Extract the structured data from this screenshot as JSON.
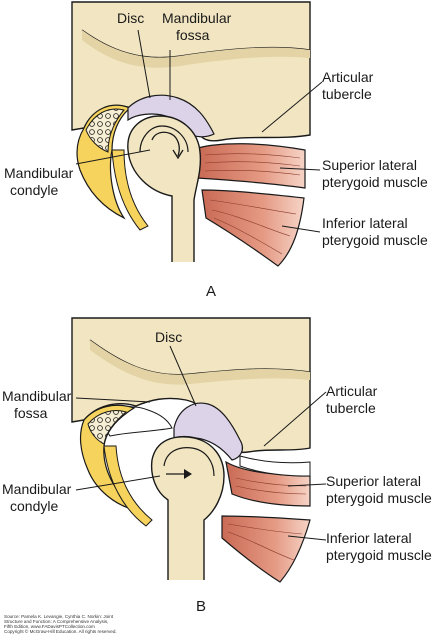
{
  "panel_a": {
    "letter": "A",
    "labels": {
      "disc": "Disc",
      "fossa_1": "Mandibular",
      "fossa_2": "fossa",
      "tubercle_1": "Articular",
      "tubercle_2": "tubercle",
      "condyle_1": "Mandibular",
      "condyle_2": "condyle",
      "superior_1": "Superior lateral",
      "superior_2": "pterygoid muscle",
      "inferior_1": "Inferior lateral",
      "inferior_2": "pterygoid muscle"
    }
  },
  "panel_b": {
    "letter": "B",
    "labels": {
      "disc": "Disc",
      "fossa_1": "Mandibular",
      "fossa_2": "fossa",
      "tubercle_1": "Articular",
      "tubercle_2": "tubercle",
      "condyle_1": "Mandibular",
      "condyle_2": "condyle",
      "superior_1": "Superior lateral",
      "superior_2": "pterygoid muscle",
      "inferior_1": "Inferior lateral",
      "inferior_2": "pterygoid muscle"
    }
  },
  "source": {
    "line1": "Source: Pamela K. Levangie, Cynthia C. Norkin: Joint",
    "line2": "Structure and Function: A Comprehensive Analysis,",
    "line3": "Fifth Edition, www.FADavisPTCollection.com",
    "line4": "Copyright © McGraw-Hill Education. All rights reserved."
  },
  "colors": {
    "bone": "#f2e6c2",
    "bone_dark": "#e3d3a5",
    "disc": "#dcd3e8",
    "muscle": "#d9806b",
    "muscle_light": "#ecb6a3",
    "cartilage": "#f6d35c",
    "outline": "#1a1a1a"
  }
}
